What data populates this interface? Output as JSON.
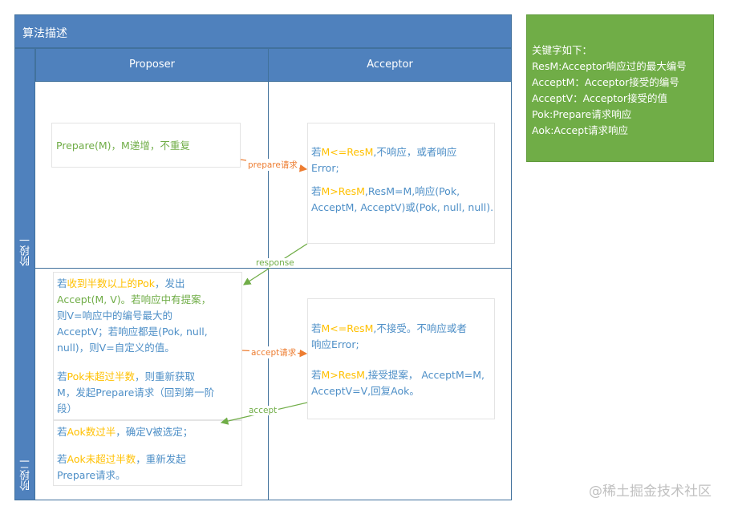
{
  "title": "算法描述",
  "columns": {
    "proposer": "Proposer",
    "acceptor": "Acceptor"
  },
  "phases": {
    "phase1": "阶段一",
    "phase2": "阶段二"
  },
  "proposer_prepare": {
    "p1": "Prepare(M)，M递增，不重复"
  },
  "acceptor_phase1": {
    "l1a": "若",
    "l1b": "M<=ResM",
    "l1c": ",不响应，或者响应",
    "l2": "Error;",
    "l3a": "若",
    "l3b": "M>ResM",
    "l3c": ",ResM=M,响应(Pok,",
    "l4": "AcceptM, AcceptV)或(Pok, null, null)."
  },
  "proposer_phase2": {
    "l1a": "若",
    "l1b": "收到半数以上的Pok",
    "l1c": "，发出",
    "l2": "Accept(M, V)。若响应中有提案，",
    "l3": "则V=响应中的编号最大的",
    "l4": "AcceptV；若响应都是(Pok, null,",
    "l5": "null)，则V=自定义的值。",
    "l6a": "若",
    "l6b": "Pok未超过半数",
    "l6c": "，则重新获取",
    "l7": "M，发起Prepare请求（回到第一阶",
    "l8": "段）"
  },
  "acceptor_phase2": {
    "l1a": "若",
    "l1b": "M<=ResM",
    "l1c": ",不接受。不响应或者",
    "l2": "响应Error;",
    "l3a": "若",
    "l3b": "M>ResM",
    "l3c": ",接受提案， AcceptM=M,",
    "l4": "AcceptV=V,回复Aok。"
  },
  "proposer_final": {
    "l1a": "若",
    "l1b": "Aok数过半",
    "l1c": "，确定V被选定；",
    "l2a": "若",
    "l2b": "Aok未超过半数",
    "l2c": "，重新发起",
    "l3": "Prepare请求。"
  },
  "arrows": {
    "prepare": "prepare请求",
    "response": "response",
    "accept_req": "accept请求",
    "accept": "accept"
  },
  "legend": {
    "heading": "关键字如下：",
    "items": [
      "ResM:Acceptor响应过的最大编号",
      "AcceptM：Acceptor接受的编号",
      "AcceptV：Acceptor接受的值",
      "Pok:Prepare请求响应",
      "Aok:Accept请求响应"
    ]
  },
  "watermark": "@稀土掘金技术社区",
  "colors": {
    "header": "#4f81bd",
    "legend": "#70ad47",
    "arrow": "#ed7d31",
    "arrow_back": "#70ad47",
    "highlight": "#ffc000",
    "text": "#4e8fc7"
  }
}
